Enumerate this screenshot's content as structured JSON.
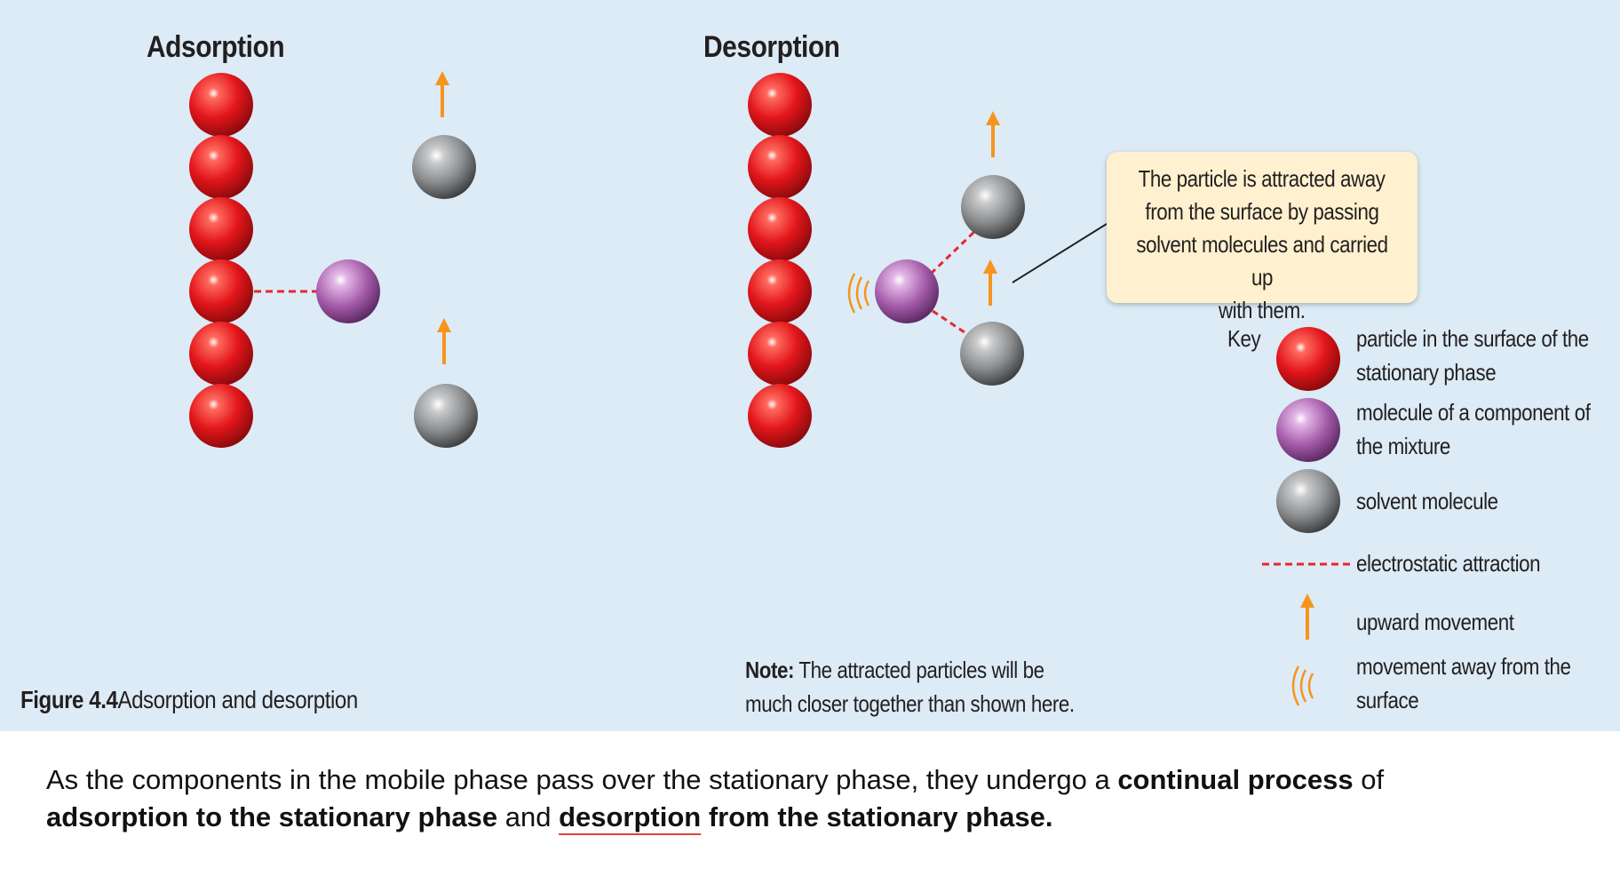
{
  "figure": {
    "adsorption_title": "Adsorption",
    "desorption_title": "Desorption",
    "callout": {
      "line1": "The particle is attracted away",
      "line2": "from the surface by passing",
      "line3": "solvent molecules and carried up",
      "line4": "with them."
    },
    "key": {
      "heading": "Key",
      "items": [
        {
          "icon": "red-particle-icon",
          "line1": "particle in the surface of the",
          "line2": "stationary phase"
        },
        {
          "icon": "purple-molecule-icon",
          "line1": "molecule of a component of",
          "line2": "the mixture"
        },
        {
          "icon": "grey-solvent-icon",
          "line1": "solvent molecule",
          "line2": ""
        },
        {
          "icon": "red-dashed-line-icon",
          "line1": "electrostatic attraction",
          "line2": ""
        },
        {
          "icon": "orange-up-arrow-icon",
          "line1": "upward movement",
          "line2": ""
        },
        {
          "icon": "orange-wave-arcs-icon",
          "line1": "movement away from the",
          "line2": "surface"
        }
      ]
    },
    "caption": {
      "label": "Figure 4.4",
      "text": "Adsorption and desorption"
    },
    "note": {
      "label": "Note:",
      "line1": "The attracted particles will be",
      "line2": "much closer together than shown here."
    },
    "colors": {
      "background": "#dcebf6",
      "stationary": "#d4141a",
      "component": "#a45aa8",
      "solvent": "#8a8c8e",
      "attraction": "#e8262d",
      "arrow": "#f7941d",
      "callout": "#fff1cf"
    }
  },
  "body": {
    "part1": "As the components in the mobile phase pass over the stationary phase, they undergo a ",
    "bold1": "continual process",
    "part2": " of",
    "bold2": "adsorption to the stationary phase",
    "part3": " and ",
    "bold3": "desorption",
    "bold4": " from the stationary phase."
  }
}
